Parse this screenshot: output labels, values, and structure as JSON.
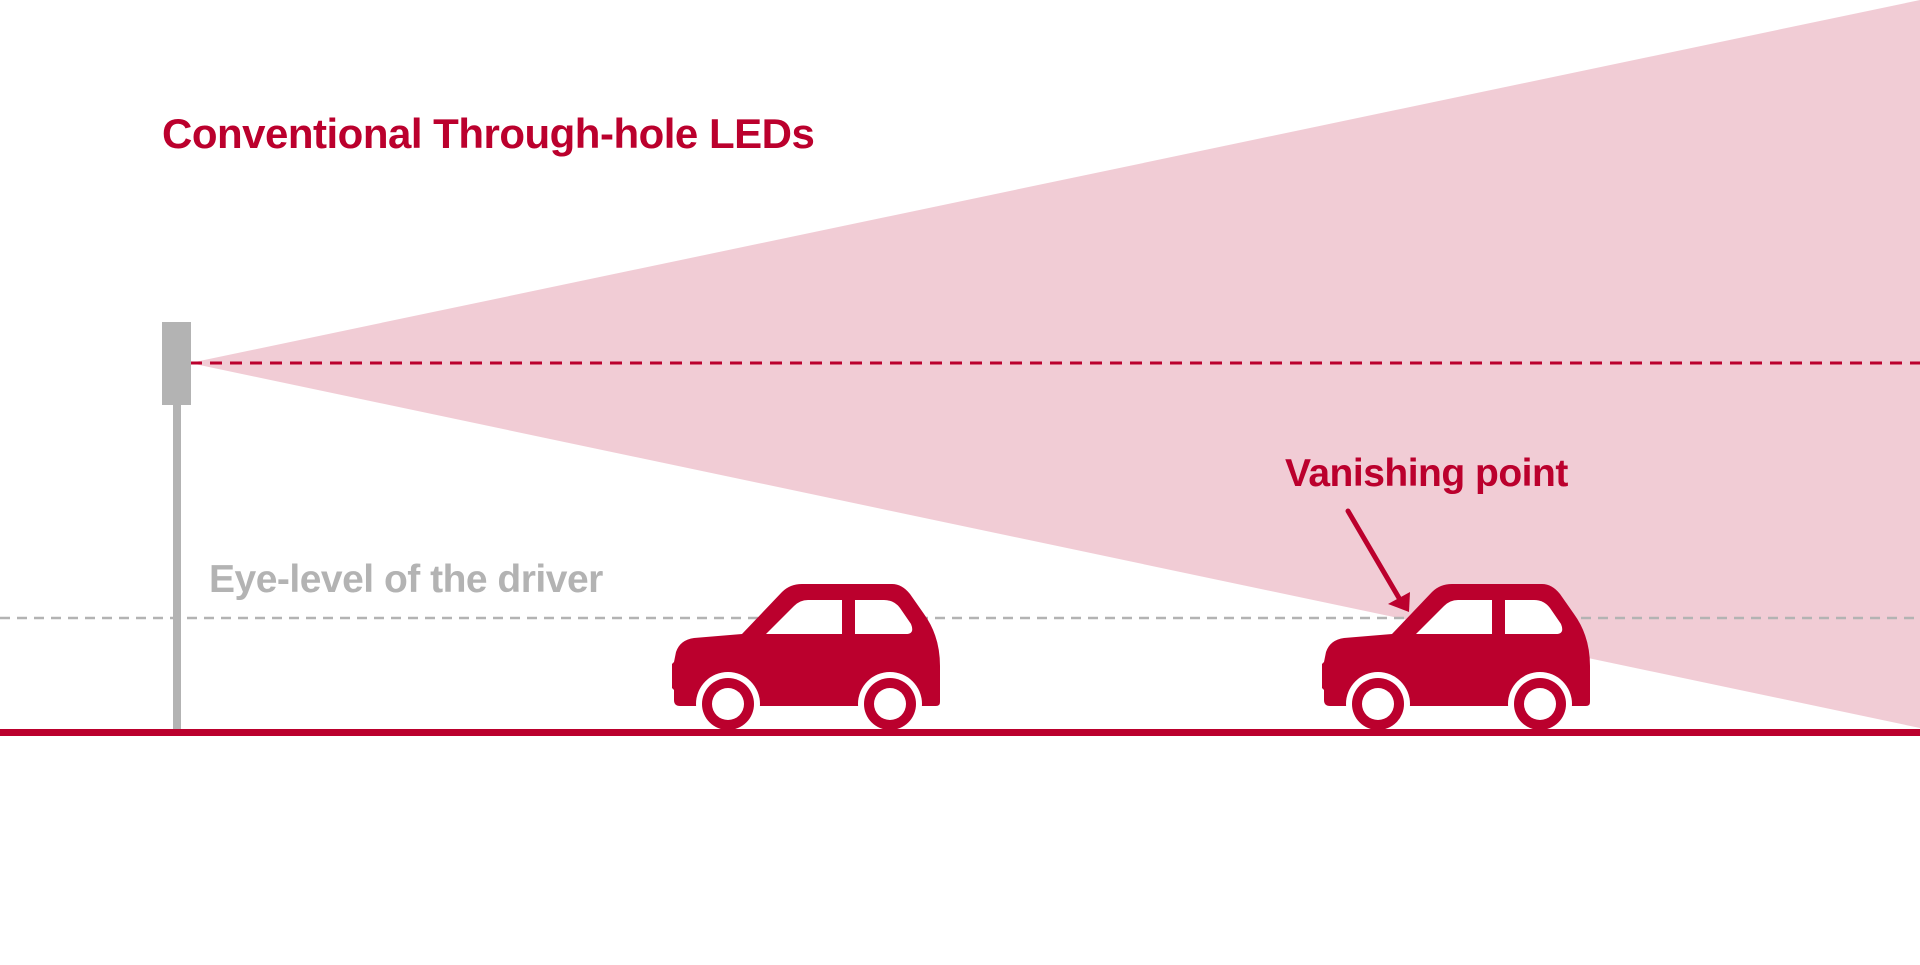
{
  "title": "Conventional Through-hole LEDs",
  "labels": {
    "eye_level": "Eye-level of the driver",
    "vanishing_point": "Vanishing point"
  },
  "colors": {
    "accent": "#bb002d",
    "beam": "#f1ccd5",
    "pole": "#b3b3b3",
    "eye_level_line": "#b3b3b3",
    "background": "#ffffff"
  },
  "icons": [
    "signal-pole",
    "car-icon",
    "car-icon",
    "arrow-icon"
  ]
}
